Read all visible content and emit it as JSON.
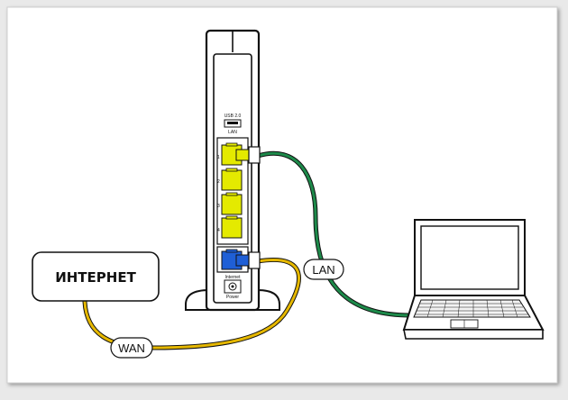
{
  "diagram": {
    "internet_label": "ИНТЕРНЕТ",
    "wan_label": "WAN",
    "lan_label": "LAN",
    "router": {
      "usb_label": "USB 2.0",
      "usb_lan_label": "LAN",
      "port_numbers": [
        "1",
        "2",
        "3",
        "4"
      ],
      "wan_port_label": "Internet",
      "power_label": "Power"
    },
    "colors": {
      "wan_cable": "#e6b800",
      "lan_cable": "#1d8a4a",
      "lan_port": "#e4ea00",
      "wan_port": "#1f5fd6"
    }
  }
}
